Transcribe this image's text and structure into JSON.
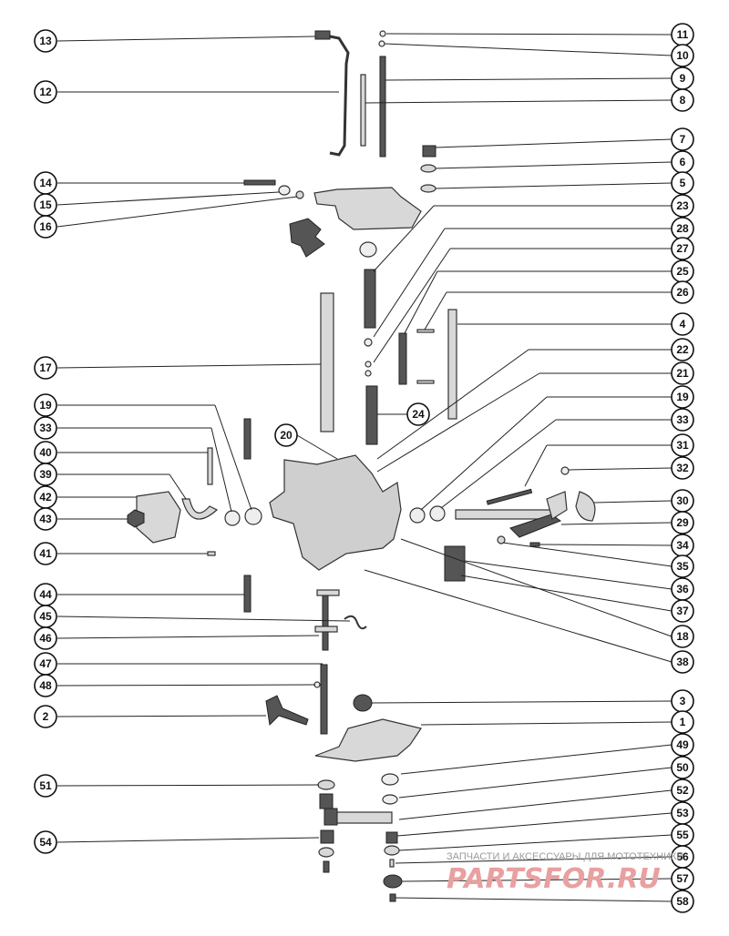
{
  "callouts": [
    {
      "id": "c13",
      "label": "13"
    },
    {
      "id": "c12",
      "label": "12"
    },
    {
      "id": "c14",
      "label": "14"
    },
    {
      "id": "c15",
      "label": "15"
    },
    {
      "id": "c16",
      "label": "16"
    },
    {
      "id": "c17",
      "label": "17"
    },
    {
      "id": "c19l",
      "label": "19"
    },
    {
      "id": "c33l",
      "label": "33"
    },
    {
      "id": "c40",
      "label": "40"
    },
    {
      "id": "c39",
      "label": "39"
    },
    {
      "id": "c42",
      "label": "42"
    },
    {
      "id": "c43",
      "label": "43"
    },
    {
      "id": "c41",
      "label": "41"
    },
    {
      "id": "c44",
      "label": "44"
    },
    {
      "id": "c45",
      "label": "45"
    },
    {
      "id": "c46",
      "label": "46"
    },
    {
      "id": "c47",
      "label": "47"
    },
    {
      "id": "c48",
      "label": "48"
    },
    {
      "id": "c2",
      "label": "2"
    },
    {
      "id": "c51",
      "label": "51"
    },
    {
      "id": "c54",
      "label": "54"
    },
    {
      "id": "c20",
      "label": "20"
    },
    {
      "id": "c24",
      "label": "24"
    },
    {
      "id": "c11",
      "label": "11"
    },
    {
      "id": "c10",
      "label": "10"
    },
    {
      "id": "c9",
      "label": "9"
    },
    {
      "id": "c8",
      "label": "8"
    },
    {
      "id": "c7",
      "label": "7"
    },
    {
      "id": "c6",
      "label": "6"
    },
    {
      "id": "c5",
      "label": "5"
    },
    {
      "id": "c23",
      "label": "23"
    },
    {
      "id": "c28",
      "label": "28"
    },
    {
      "id": "c27",
      "label": "27"
    },
    {
      "id": "c25",
      "label": "25"
    },
    {
      "id": "c26",
      "label": "26"
    },
    {
      "id": "c4",
      "label": "4"
    },
    {
      "id": "c22",
      "label": "22"
    },
    {
      "id": "c21",
      "label": "21"
    },
    {
      "id": "c19r",
      "label": "19"
    },
    {
      "id": "c33r",
      "label": "33"
    },
    {
      "id": "c31",
      "label": "31"
    },
    {
      "id": "c32",
      "label": "32"
    },
    {
      "id": "c30",
      "label": "30"
    },
    {
      "id": "c29",
      "label": "29"
    },
    {
      "id": "c34",
      "label": "34"
    },
    {
      "id": "c35",
      "label": "35"
    },
    {
      "id": "c36",
      "label": "36"
    },
    {
      "id": "c37",
      "label": "37"
    },
    {
      "id": "c18",
      "label": "18"
    },
    {
      "id": "c38",
      "label": "38"
    },
    {
      "id": "c3",
      "label": "3"
    },
    {
      "id": "c1",
      "label": "1"
    },
    {
      "id": "c49",
      "label": "49"
    },
    {
      "id": "c50",
      "label": "50"
    },
    {
      "id": "c52",
      "label": "52"
    },
    {
      "id": "c53",
      "label": "53"
    },
    {
      "id": "c55",
      "label": "55"
    },
    {
      "id": "c56",
      "label": "56"
    },
    {
      "id": "c57",
      "label": "57"
    },
    {
      "id": "c58",
      "label": "58"
    }
  ],
  "watermark": {
    "tagline": "ЗАПЧАСТИ И АКСЕССУАРЫ ДЛЯ МОТОТЕХНИКИ",
    "logo": "PARTSFOR.RU"
  }
}
